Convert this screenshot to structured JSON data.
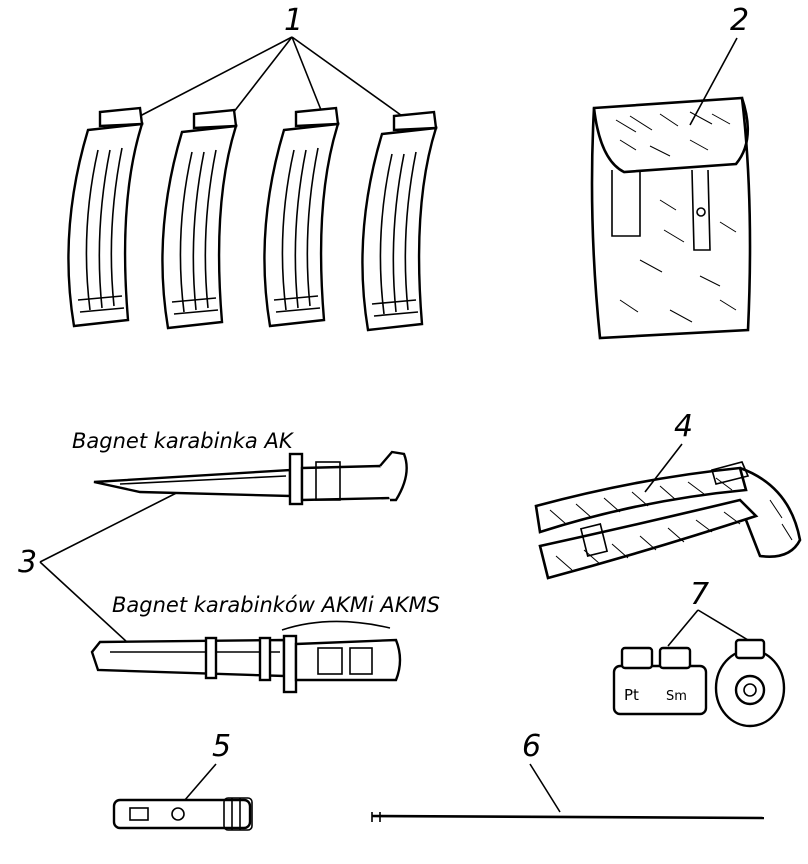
{
  "labels": {
    "magazines": "1",
    "pouch": "2",
    "bayonets": "3",
    "sling": "4",
    "cleaning_tube": "5",
    "cleaning_rod": "6",
    "oil_bottle": "7"
  },
  "captions": {
    "bayonet_ak": "Bagnet karabinka AK",
    "bayonet_akm": "Bagnet karabinków AKMi AKMS"
  },
  "oil_bottle_marks": {
    "left": "Pt",
    "right": "Sm"
  }
}
